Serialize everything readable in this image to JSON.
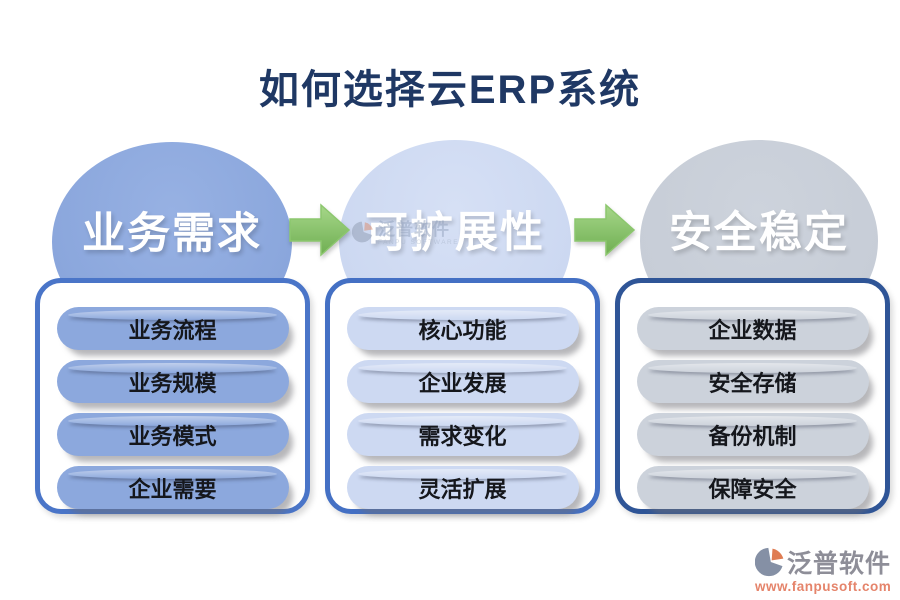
{
  "title": "如何选择云ERP系统",
  "columns": [
    {
      "header": "业务需求",
      "items": [
        "业务流程",
        "业务规模",
        "业务模式",
        "企业需要"
      ]
    },
    {
      "header": "可扩展性",
      "items": [
        "核心功能",
        "企业发展",
        "需求变化",
        "灵活扩展"
      ]
    },
    {
      "header": "安全稳定",
      "items": [
        "企业数据",
        "安全存储",
        "备份机制",
        "保障安全"
      ]
    }
  ],
  "watermark": {
    "brand": "泛普软件",
    "subtitle": "FANPU SOFTWARE"
  },
  "footer": {
    "brand": "泛普软件",
    "website": "www.fanpusoft.com"
  },
  "colors": {
    "title": "#1f3864",
    "circle_business": "#8da9de",
    "circle_scalability": "#cfdaf2",
    "circle_security": "#c9cfd8",
    "pill_business": "#8ca8dd",
    "pill_scalability": "#cdd9f2",
    "pill_security": "#ccd2db",
    "panel_border_business": "#4a75c8",
    "panel_border_scalability": "#4470c4",
    "panel_border_security": "#2f5597",
    "arrow_green": "#79b95c",
    "footer_brand": "#8e8e98",
    "footer_url": "#e5846b"
  }
}
